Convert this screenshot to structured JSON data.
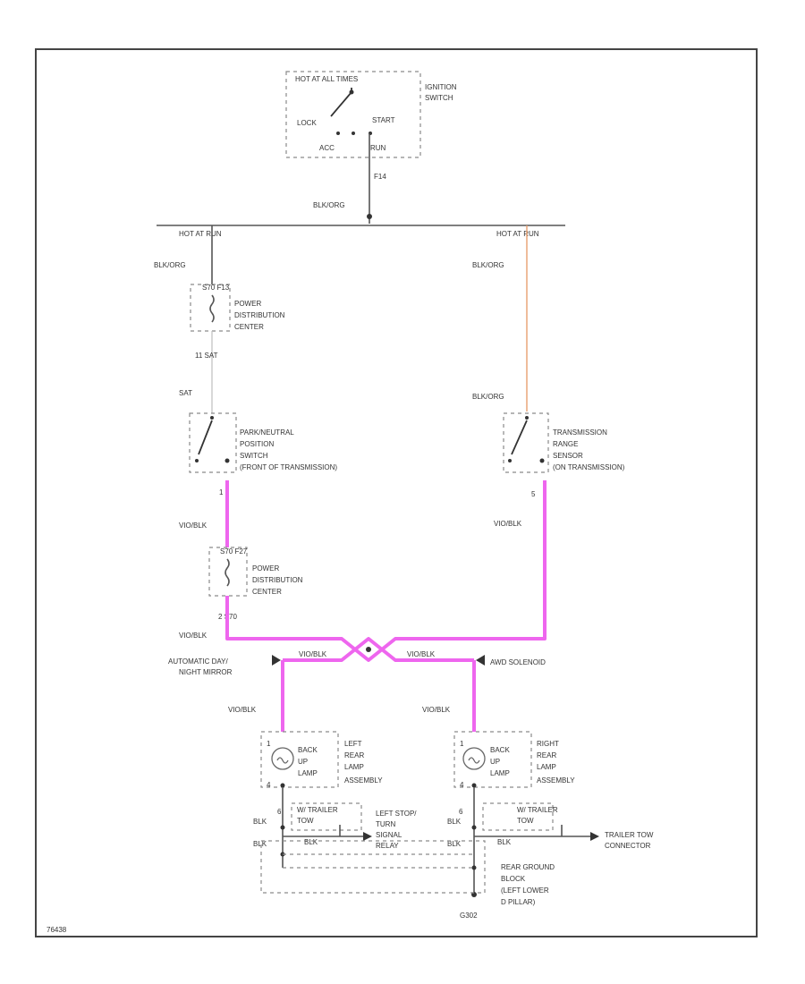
{
  "diagram": {
    "ignition": {
      "header": "HOT AT ALL TIMES",
      "name": [
        "IGNITION",
        "SWITCH"
      ],
      "lock": "LOCK",
      "start": "START",
      "acc": "ACC",
      "run": "RUN",
      "pin": "F14"
    },
    "wires": {
      "blk_org_top": "BLK/ORG",
      "hot_at_run_left": "HOT AT RUN",
      "hot_at_run_right": "HOT AT RUN",
      "blk_org_left": "BLK/ORG",
      "blk_org_right": "BLK/ORG",
      "blk_org_right_lower": "BLK/ORG",
      "cavity_sat_left": "11  SAT",
      "sat": "SAT",
      "pin_1": "1",
      "pin_5": "5",
      "pin_2_s70": "2   S70",
      "vio_blk_1": "VIO/BLK",
      "vio_blk_2": "VIO/BLK",
      "vio_blk_3": "VIO/BLK",
      "vio_blk_4": "VIO/BLK",
      "vio_blk_5": "VIO/BLK",
      "vio_blk_6": "VIO/BLK",
      "vio_blk_7": "VIO/BLK"
    },
    "components": {
      "pdc_upper": {
        "pin": "S70 F13",
        "name": [
          "POWER",
          "DISTRIBUTION",
          "CENTER"
        ]
      },
      "pnp_switch": {
        "name": [
          "PARK/NEUTRAL",
          "POSITION",
          "SWITCH",
          "(FRONT OF TRANSMISSION)"
        ]
      },
      "trs": {
        "name": [
          "TRANSMISSION",
          "RANGE",
          "SENSOR",
          "(ON TRANSMISSION)"
        ]
      },
      "pdc_lower": {
        "pin": "S70 F27",
        "name": [
          "POWER",
          "DISTRIBUTION",
          "CENTER"
        ]
      },
      "auto_mirror": [
        "AUTOMATIC DAY/",
        "NIGHT MIRROR"
      ],
      "awd_solenoid": "AWD SOLENOID",
      "left_lamp": {
        "bulb": [
          "BACK",
          "UP",
          "LAMP"
        ],
        "name": [
          "LEFT",
          "REAR",
          "LAMP",
          "ASSEMBLY"
        ],
        "pin_top": "1",
        "pin_bottom": "4"
      },
      "right_lamp": {
        "bulb": [
          "BACK",
          "UP",
          "LAMP"
        ],
        "name": [
          "RIGHT",
          "REAR",
          "LAMP",
          "ASSEMBLY"
        ],
        "pin_top": "1",
        "pin_bottom": "4"
      },
      "left_trailer": [
        "W/ TRAILER",
        "TOW"
      ],
      "right_trailer": [
        "W/ TRAILER",
        "TOW"
      ],
      "left_relay": [
        "LEFT STOP/",
        "TURN",
        "SIGNAL",
        "RELAY"
      ],
      "trailer_connector": [
        "TRAILER TOW",
        "CONNECTOR"
      ],
      "ground_block": [
        "REAR GROUND",
        "BLOCK",
        "(LEFT LOWER",
        "D PILLAR)"
      ],
      "ground_id": "G302",
      "blk_labels": [
        "BLK",
        "BLK",
        "BLK",
        "BLK",
        "BLK",
        "BLK"
      ],
      "pin_6_left": "6",
      "pin_6_right": "6"
    },
    "figure_id": "76438"
  },
  "colors": {
    "frame": "#444444",
    "wire": "#555555",
    "pink_wire": "#ee66ee",
    "orange_wire": "#e8a070",
    "dashed_box": "#8a8a8a"
  }
}
